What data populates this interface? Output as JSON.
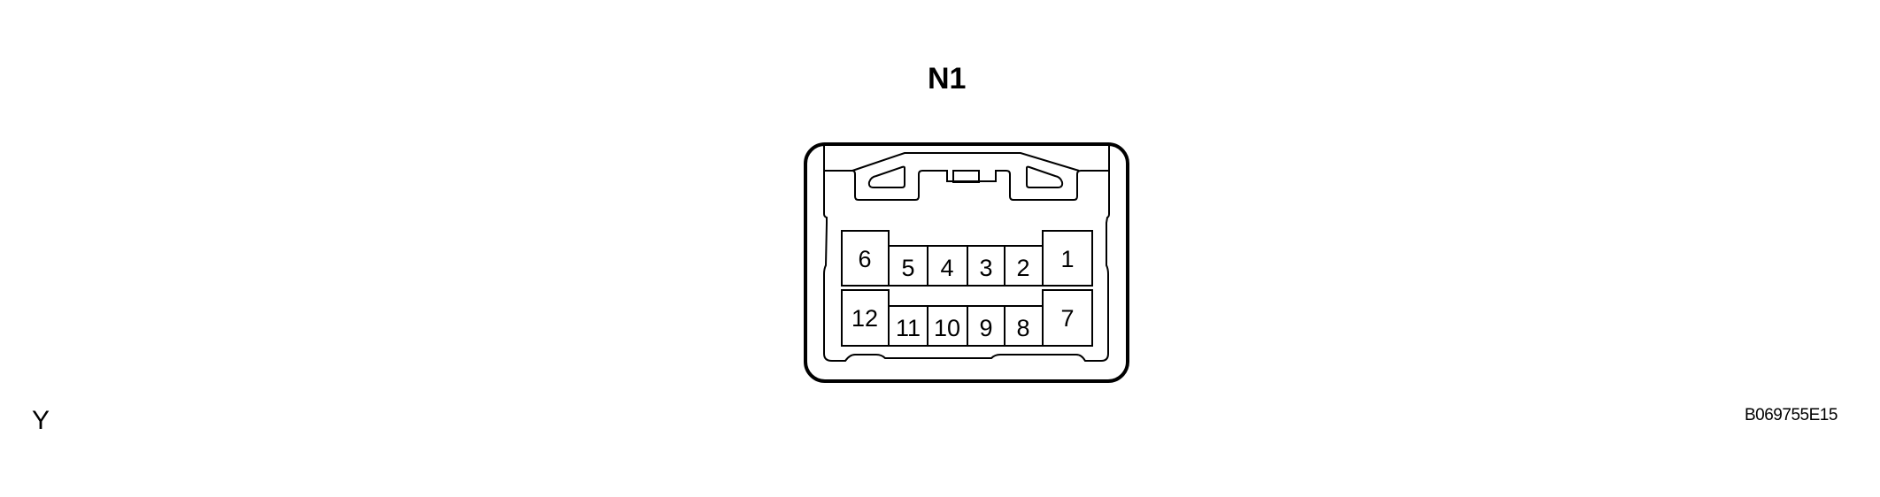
{
  "diagram": {
    "connector_id": "N1",
    "color_code": "Y",
    "figure_code": "B069755E15",
    "pins": {
      "top_row": [
        {
          "number": "6",
          "label": "6"
        },
        {
          "number": "5",
          "label": "5"
        },
        {
          "number": "4",
          "label": "4"
        },
        {
          "number": "3",
          "label": "3"
        },
        {
          "number": "2",
          "label": "2"
        },
        {
          "number": "1",
          "label": "1"
        }
      ],
      "bottom_row": [
        {
          "number": "12",
          "label": "12"
        },
        {
          "number": "11",
          "label": "11"
        },
        {
          "number": "10",
          "label": "10"
        },
        {
          "number": "9",
          "label": "9"
        },
        {
          "number": "8",
          "label": "8"
        },
        {
          "number": "7",
          "label": "7"
        }
      ]
    },
    "colors": {
      "line": "#000000",
      "background": "#ffffff"
    }
  }
}
